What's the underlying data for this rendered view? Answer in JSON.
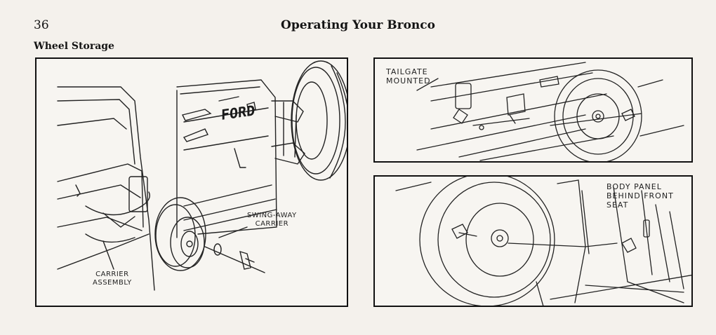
{
  "header": {
    "page_number": "36",
    "title": "Operating Your Bronco"
  },
  "section": {
    "heading": "Wheel Storage"
  },
  "figures": {
    "swing_away": {
      "vehicle_badge": "FORD",
      "label_carrier": "SWING-AWAY\nCARRIER",
      "label_assembly": "CARRIER\nASSEMBLY"
    },
    "tailgate": {
      "label": "TAILGATE\nMOUNTED"
    },
    "body_panel": {
      "label": "BODY PANEL\nBEHIND FRONT\nSEAT"
    }
  }
}
